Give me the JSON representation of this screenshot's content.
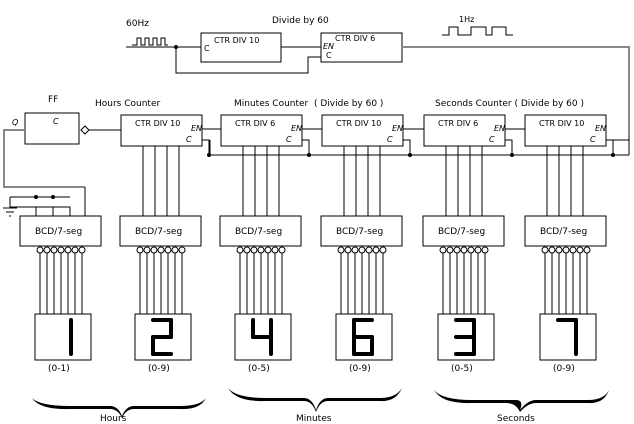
{
  "title": "Divide by 60",
  "clock_in": "60Hz",
  "clock_out": "1Hz",
  "prescaler": [
    {
      "label": "CTR DIV 10",
      "pins": [
        "C"
      ]
    },
    {
      "label": "CTR DIV 6",
      "pins": [
        "EN",
        "C"
      ]
    }
  ],
  "flipflop": {
    "title": "FF",
    "c": "C",
    "q": "Q"
  },
  "counter_groups": {
    "hours": "Hours Counter",
    "minutes": "Minutes Counter  ( Divide by 60 )",
    "seconds": "Seconds Counter ( Divide by 60 )"
  },
  "counters": [
    {
      "label": "CTR DIV 10",
      "en": "EN",
      "c": "C"
    },
    {
      "label": "CTR DIV 6",
      "en": "EN",
      "c": "C"
    },
    {
      "label": "CTR DIV 10",
      "en": "EN",
      "c": "C"
    },
    {
      "label": "CTR DIV 6",
      "en": "EN",
      "c": "C"
    },
    {
      "label": "CTR DIV 10",
      "en": "EN",
      "c": "C"
    }
  ],
  "decoders": [
    "BCD/7-seg",
    "BCD/7-seg",
    "BCD/7-seg",
    "BCD/7-seg",
    "BCD/7-seg",
    "BCD/7-seg"
  ],
  "displays": [
    {
      "digit": "1",
      "range": "(0-1)"
    },
    {
      "digit": "2",
      "range": "(0-9)"
    },
    {
      "digit": "4",
      "range": "(0-5)"
    },
    {
      "digit": "6",
      "range": "(0-9)"
    },
    {
      "digit": "3",
      "range": "(0-5)"
    },
    {
      "digit": "7",
      "range": "(0-9)"
    }
  ],
  "groups": [
    "Hours",
    "Minutes",
    "Seconds"
  ]
}
